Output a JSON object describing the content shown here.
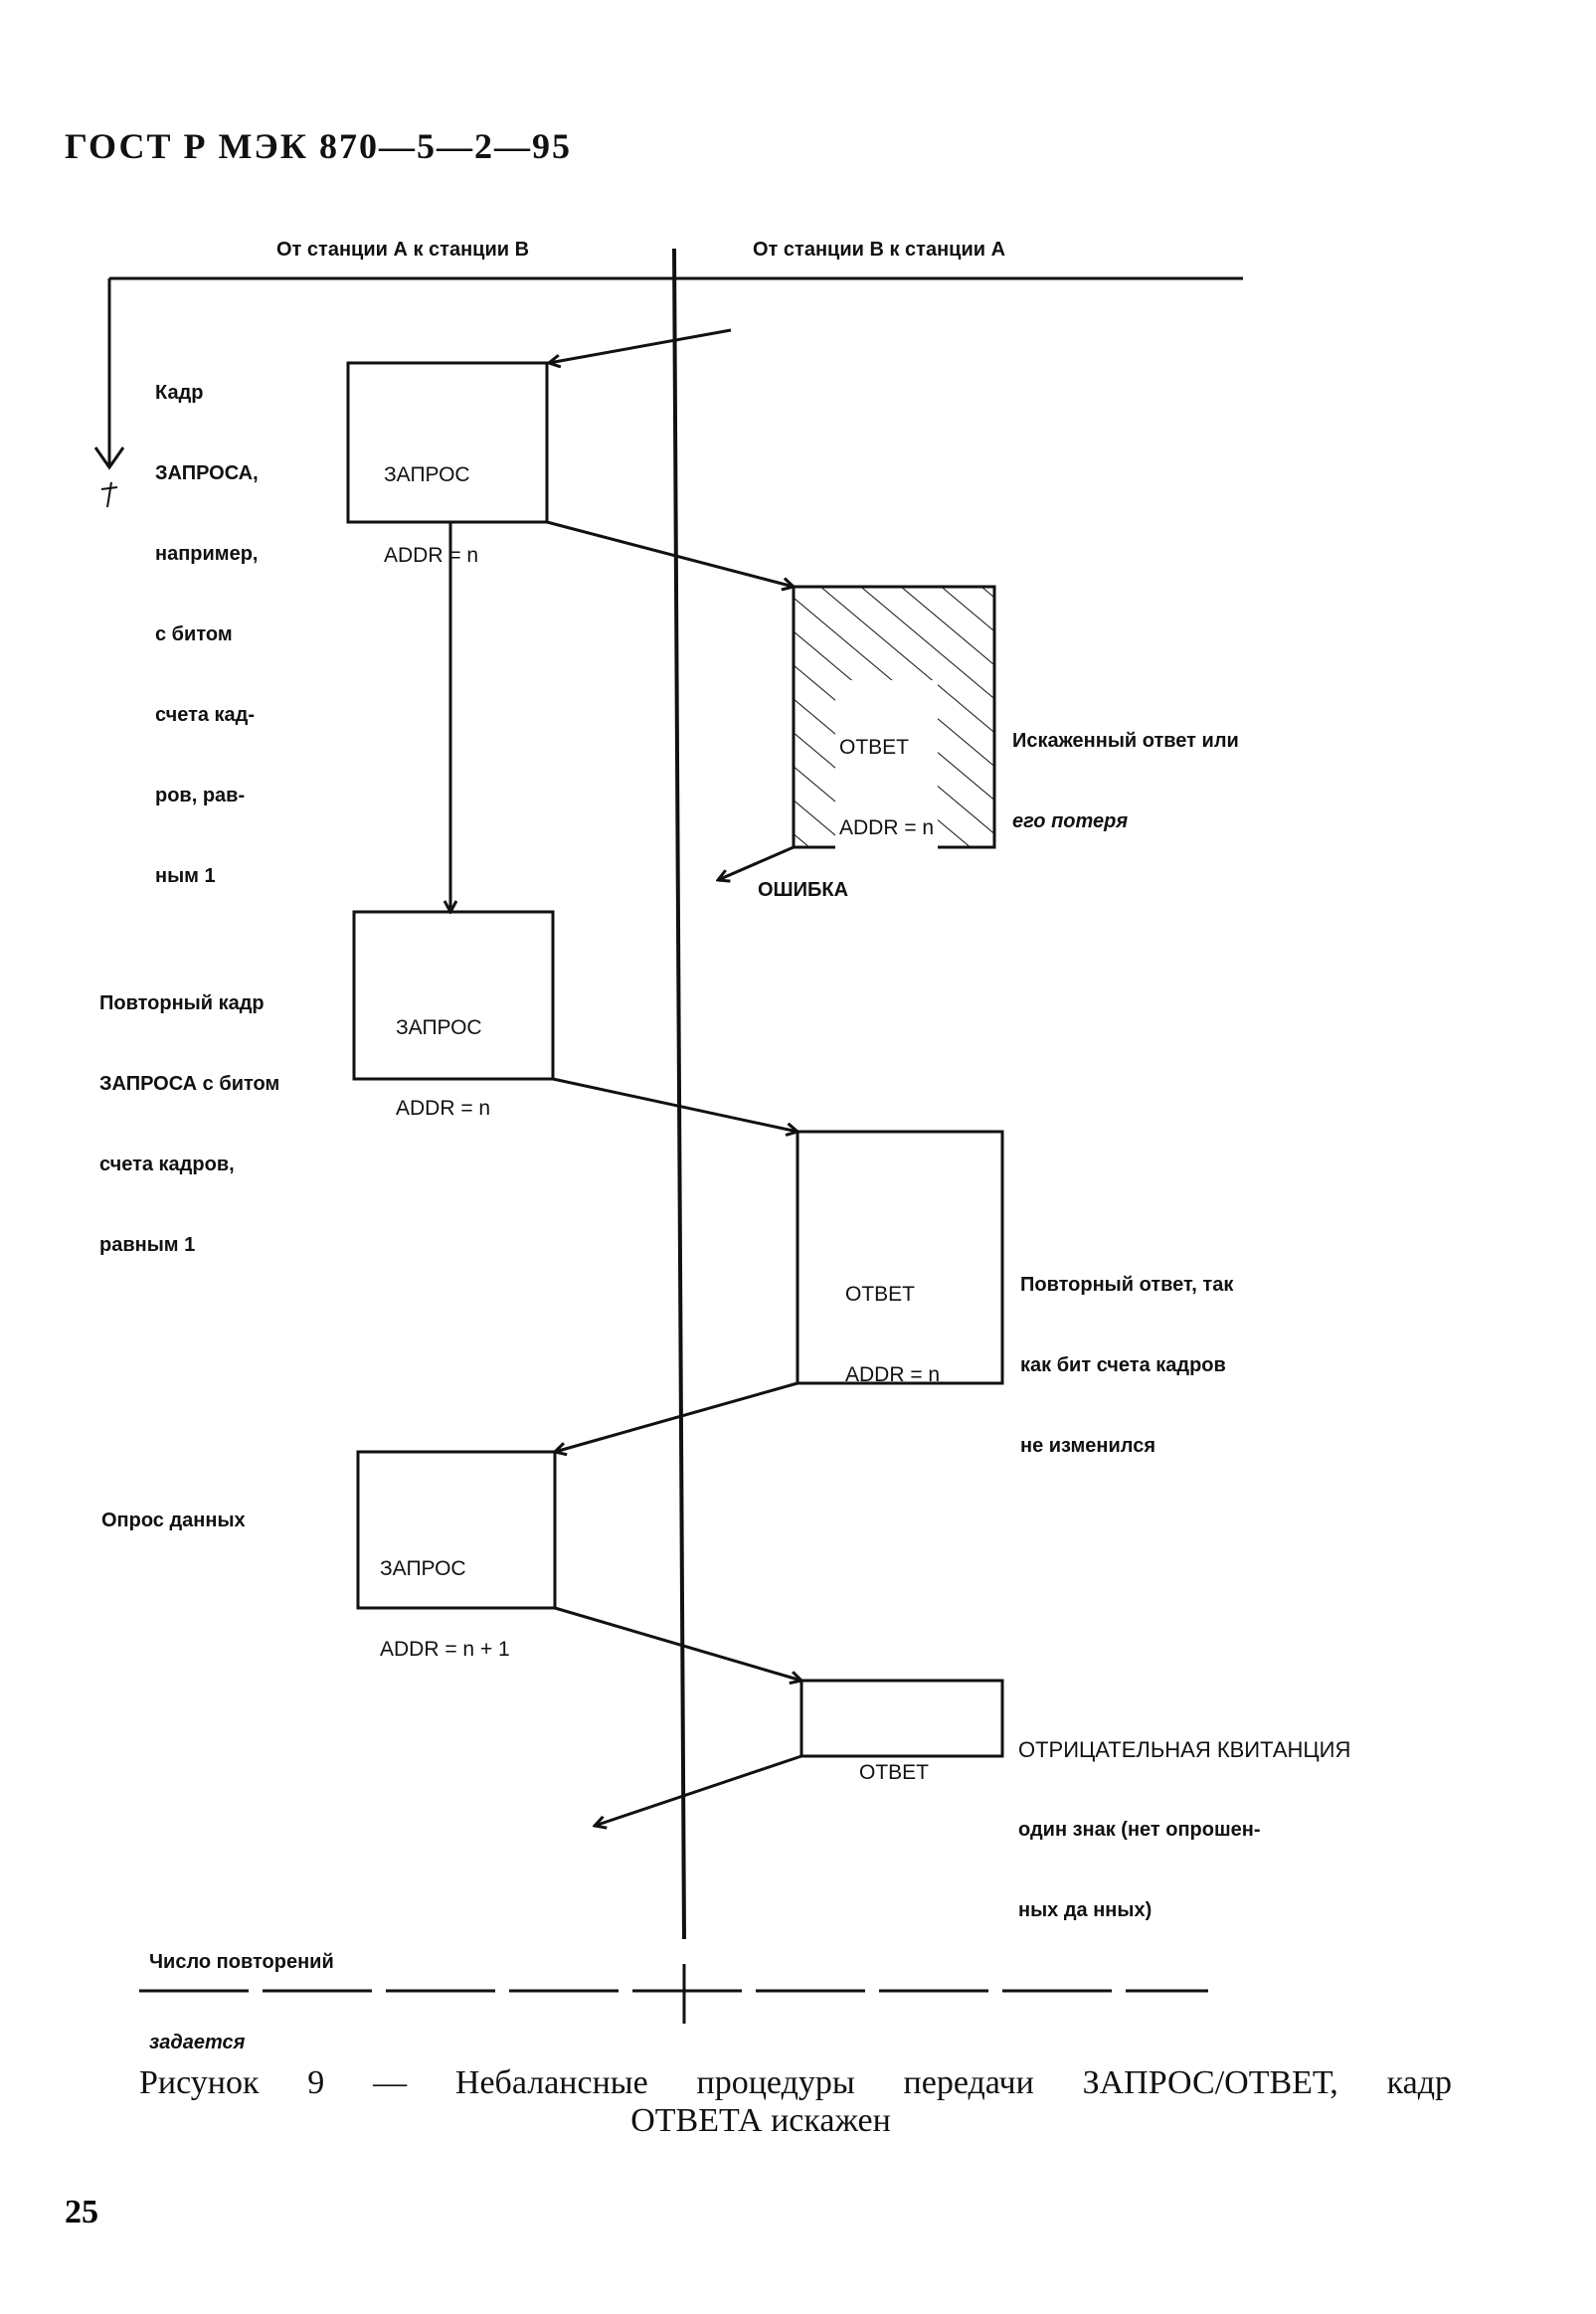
{
  "header": {
    "standard": "ГОСТ Р МЭК 870—5—2—95"
  },
  "columns": {
    "left": "От станции А к станции В",
    "right": "От станции В к станции А"
  },
  "labels": {
    "request_frame": [
      "Кадр",
      "ЗАПРОСА,",
      "например,",
      "с битом",
      "счета кад-",
      "ров, рав-",
      "ным 1"
    ],
    "distorted": [
      "Искаженный ответ или",
      "его потеря"
    ],
    "error": "ОШИБКА",
    "repeat_request": [
      "Повторный кадр",
      "ЗАПРОСА с битом",
      "счета кадров,",
      "равным 1"
    ],
    "repeat_response": [
      "Повторный ответ, так",
      "как бит счета кадров",
      "не изменился"
    ],
    "data_poll": "Опрос данных",
    "nack": [
      "ОТРИЦАТЕЛЬНАЯ КВИТАНЦИЯ",
      "один знак (нет опрошен-",
      "ных да нных)"
    ],
    "repeats": [
      "Число повторений",
      "задается"
    ]
  },
  "boxes": {
    "req1": [
      "ЗАПРОС",
      "ADDR = n"
    ],
    "resp1": [
      "ОТВЕТ",
      "ADDR = n"
    ],
    "req2": [
      "ЗАПРОС",
      "ADDR = n"
    ],
    "resp2": [
      "ОТВЕТ",
      "ADDR = n"
    ],
    "req3": [
      "ЗАПРОС",
      "ADDR = n + 1"
    ],
    "resp3": [
      "ОТВЕТ"
    ]
  },
  "caption": {
    "line1": "Рисунок 9 — Небалансные процедуры передачи ЗАПРОС/ОТВЕТ, кадр",
    "line2": "ОТВЕТА искажен"
  },
  "page_number": "25"
}
